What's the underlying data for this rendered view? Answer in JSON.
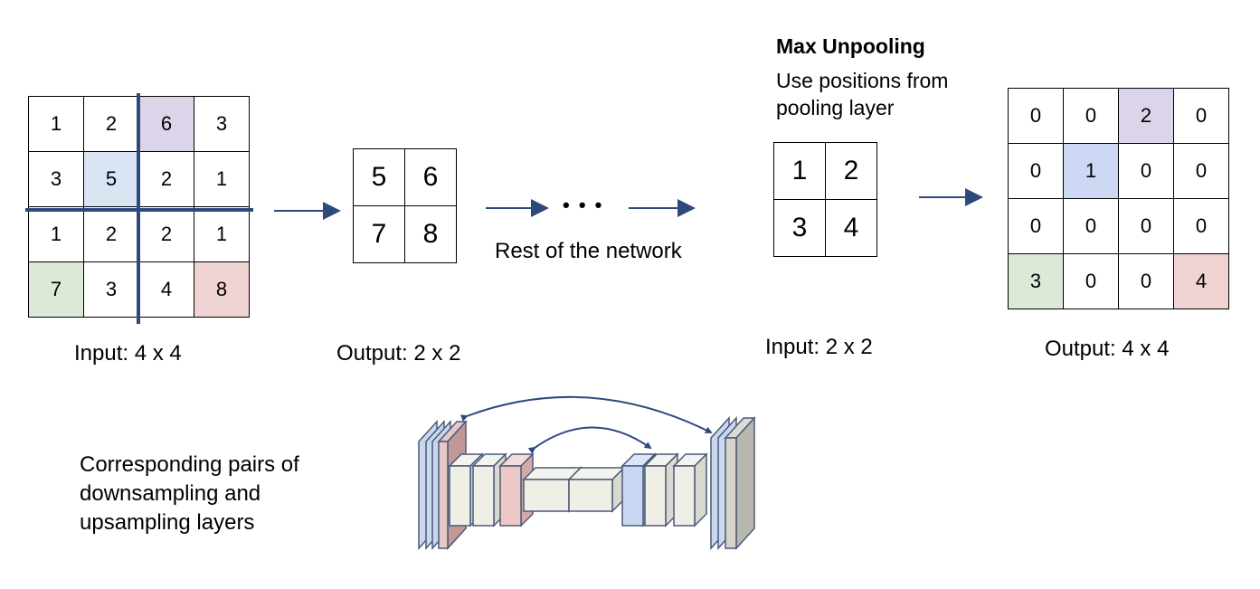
{
  "input_grid": {
    "caption": "Input: 4 x 4",
    "cells": [
      [
        "1",
        "2",
        "6",
        "3"
      ],
      [
        "3",
        "5",
        "2",
        "1"
      ],
      [
        "1",
        "2",
        "2",
        "1"
      ],
      [
        "7",
        "3",
        "4",
        "8"
      ]
    ]
  },
  "pooled_grid": {
    "caption": "Output: 2 x 2",
    "cells": [
      [
        "5",
        "6"
      ],
      [
        "7",
        "8"
      ]
    ]
  },
  "middle": {
    "ellipsis": "• • •",
    "label": "Rest of the network"
  },
  "unpool": {
    "title": "Max Unpooling",
    "subtitle": "Use positions from pooling layer",
    "input_caption": "Input: 2 x 2",
    "input_cells": [
      [
        "1",
        "2"
      ],
      [
        "3",
        "4"
      ]
    ],
    "output_caption": "Output: 4 x 4",
    "output_cells": [
      [
        "0",
        "0",
        "2",
        "0"
      ],
      [
        "0",
        "1",
        "0",
        "0"
      ],
      [
        "0",
        "0",
        "0",
        "0"
      ],
      [
        "3",
        "0",
        "0",
        "4"
      ]
    ]
  },
  "unet_note": "Corresponding pairs of downsampling and upsampling layers",
  "colors": {
    "purple": "#dcd5e9",
    "blue": "#d9e5f3",
    "blue_strong": "#cdd9f4",
    "green": "#dce9d6",
    "red": "#f0d4d3",
    "arrow": "#2e4a7d",
    "divider": "#2e4a7d"
  }
}
